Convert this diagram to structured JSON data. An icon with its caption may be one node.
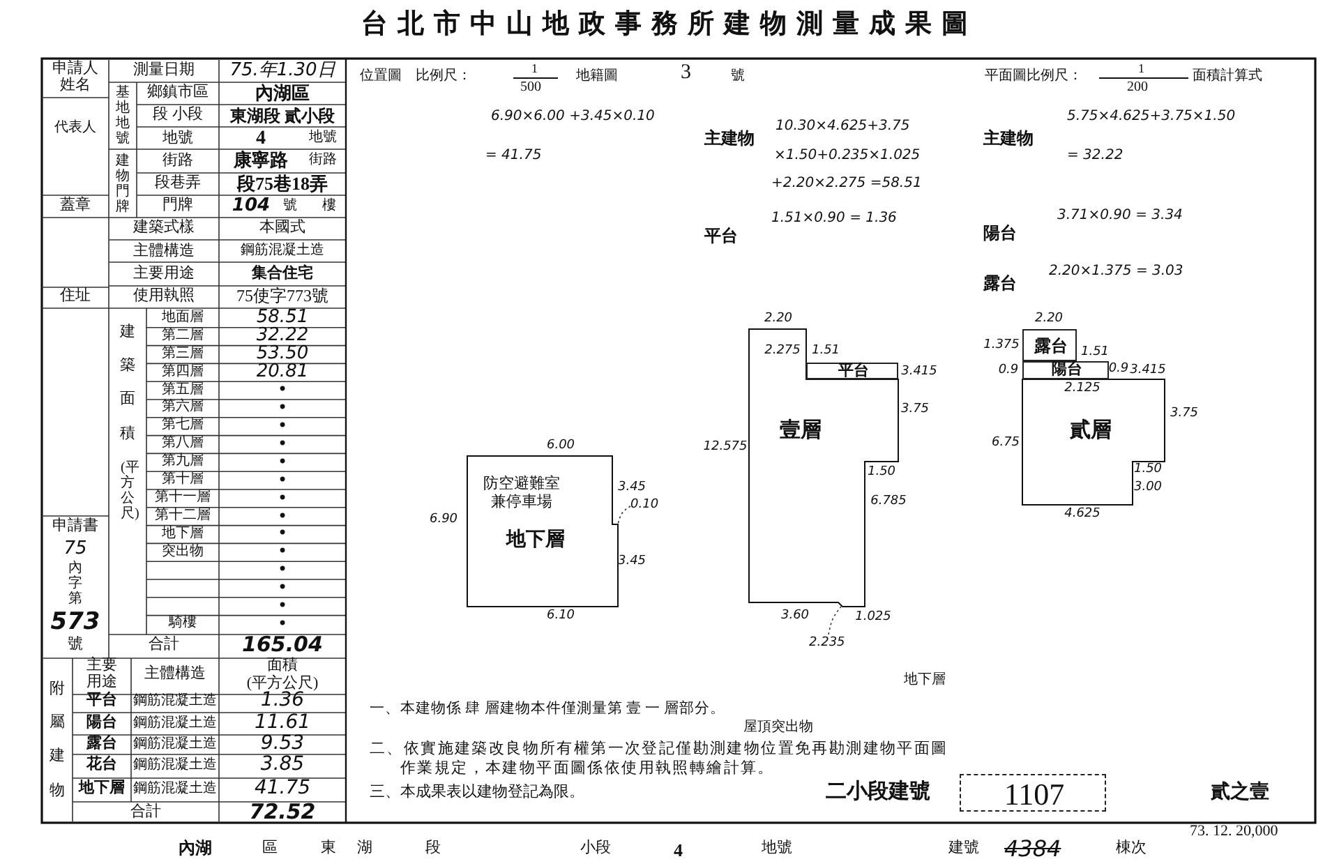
{
  "diagram": {
    "title": "台北市中山地政事務所建物測量成果圖",
    "nodes": [
      {
        "text": [
          "防空避難室兼停車場",
          "地下層"
        ]
      },
      {
        "text": [
          "壹層"
        ]
      },
      {
        "text": [
          "平台"
        ]
      },
      {
        "text": [
          "貳層"
        ]
      },
      {
        "text": [
          "露台"
        ]
      },
      {
        "text": [
          "陽台"
        ]
      },
      {
        "text": [
          "0.10"
        ]
      },
      {
        "text": [
          "2.235"
        ]
      },
      {
        "text": [
          "1107"
        ]
      }
    ],
    "edges": [
      {
        "from": 6,
        "to": 0,
        "arrow": "none",
        "style": "dashed"
      },
      {
        "from": 7,
        "to": 1,
        "arrow": "none",
        "style": "dashed"
      }
    ],
    "labels": [
      "申請人姓名",
      "代表人",
      "蓋章",
      "住址",
      "申請書",
      "75",
      "內字第",
      "573",
      "號",
      "測量日期",
      "75.年1.30日",
      "基地地號",
      "鄉鎮市區",
      "內湖區",
      "段 小段",
      "東湖段 貳小段",
      "地號",
      "4",
      "地號",
      "建物門牌",
      "街路",
      "康寧路",
      "街路",
      "段巷弄",
      "段75巷18弄",
      "門牌",
      "104",
      "號",
      "樓",
      "建築式樣",
      "本國式",
      "主體構造",
      "鋼筋混凝土造",
      "主要用途",
      "集合住宅",
      "使用執照",
      "75使字773號",
      "建築面積",
      "(平方公尺)",
      "地面層",
      "58.51",
      "第二層",
      "32.22",
      "第三層",
      "53.50",
      "第四層",
      "20.81",
      "第五層",
      "•",
      "第六層",
      "•",
      "第七層",
      "•",
      "第八層",
      "•",
      "第九層",
      "•",
      "第十層",
      "•",
      "第十一層",
      "•",
      "第十二層",
      "•",
      "地下層",
      "•",
      "突出物",
      "•",
      "•",
      "•",
      "•",
      "騎樓",
      "•",
      "合計",
      "165.04",
      "附屬建物",
      "主要用途",
      "主體構造",
      "面積",
      "(平方公尺)",
      "平台",
      "鋼筋混凝土造",
      "1.36",
      "陽台",
      "鋼筋混凝土造",
      "11.61",
      "露台",
      "鋼筋混凝土造",
      "9.53",
      "花台",
      "鋼筋混凝土造",
      "3.85",
      "地下層",
      "鋼筋混凝土造",
      "41.75",
      "合計",
      "72.52",
      "位置圖",
      "比例尺：",
      "1",
      "500",
      "地籍圖",
      "3",
      "號",
      "平面圖比例尺：",
      "1",
      "200",
      "面積計算式",
      "6.90×6.00 +3.45×0.10",
      "= 41.75",
      "主建物",
      "10.30×4.625+3.75",
      "×1.50+0.235×1.025",
      "+2.20×2.275 =58.51",
      "1.51×0.90 = 1.36",
      "平台",
      "主建物",
      "5.75×4.625+3.75×1.50",
      "= 32.22",
      "3.71×0.90 = 3.34",
      "陽台",
      "2.20×1.375 = 3.03",
      "露台",
      "6.00",
      "6.90",
      "3.45",
      "3.45",
      "6.10",
      "2.20",
      "2.275",
      "1.51",
      "3.415",
      "3.75",
      "12.575",
      "1.50",
      "6.785",
      "3.60",
      "1.025",
      "2.20",
      "1.375",
      "1.51",
      "0.9",
      "0.9",
      "3.415",
      "2.125",
      "3.75",
      "6.75",
      "1.50",
      "3.00",
      "4.625",
      "地下層",
      "一、本建物係 肆 層建物本件僅測量第 壹 一 層部分。",
      "屋頂突出物",
      "二、依實施建築改良物所有權第一次登記僅勘測建物位置免再勘測建物平面圖作業規定，本建物平面圖係依使用執照轉繪計算。",
      "三、本成果表以建物登記為限。",
      "二小段建號",
      "貳之壹",
      "73. 12. 20,000",
      "內湖",
      "區",
      "東",
      "湖",
      "段",
      "小段",
      "4",
      "地號",
      "建號",
      "4384",
      "棟次"
    ]
  }
}
